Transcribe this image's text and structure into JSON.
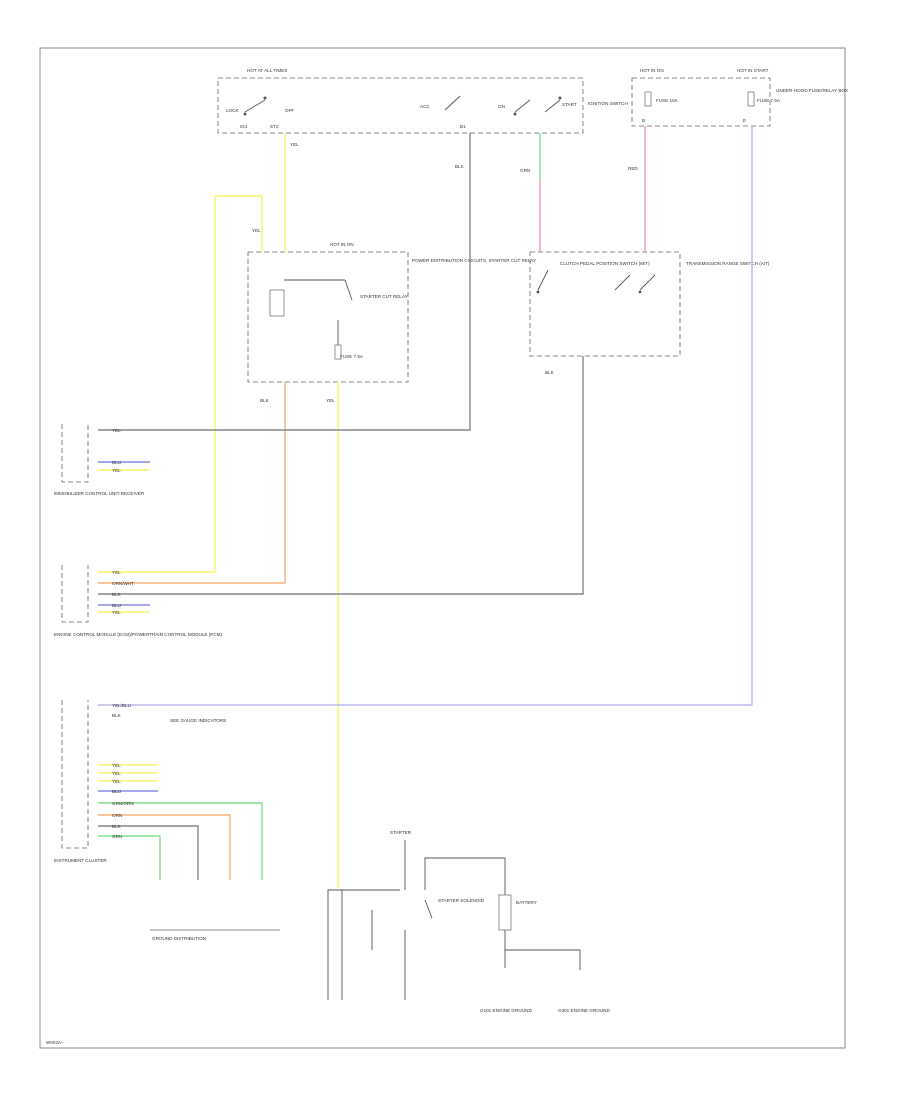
{
  "diagram": {
    "footer_code": "W003A-",
    "fuse_boxes": {
      "ignition_switch": {
        "label": "IGNITION SWITCH",
        "header_left": "HOT AT ALL TIMES",
        "pos_labels": [
          "LOCK",
          "OFF",
          "ACC",
          "ON",
          "START"
        ],
        "terminal_labels": [
          "IG1",
          "ST2",
          "B1"
        ]
      },
      "underhood_fuse": {
        "label": "UNDER-HOOD FUSE/RELAY BOX",
        "header_left": "HOT IN ON",
        "header_right": "HOT IN START",
        "fuse_left": "FUSE 10A",
        "fuse_right": "FUSE 7.5A",
        "terminal_left": "B",
        "terminal_right": "E"
      }
    },
    "components": {
      "pgm_fi": {
        "label": "POWER DISTRIBUTION CIRCUITS, STARTER CUT RELAY",
        "header": "HOT IN ON",
        "relay_label": "STARTER CUT RELAY",
        "fuse_label": "FUSE 7.5A"
      },
      "clutch_switch": {
        "label": "CLUTCH PEDAL POSITION SWITCH (M/T)"
      },
      "trans_range": {
        "label": "TRANSMISSION RANGE SWITCH (A/T)"
      },
      "immob_unit": {
        "label": "IMMOBILIZER CONTROL UNIT-RECEIVER"
      },
      "ecm_pcm": {
        "label": "ENGINE CONTROL MODULE (ECM)/POWERTRAIN CONTROL MODULE (PCM)"
      },
      "instrument_cluster": {
        "label": "INSTRUMENT CLUSTER",
        "note": "SEE GAUGE INDICATORS"
      },
      "starter": {
        "label_solenoid": "STARTER SOLENOID",
        "label_battery": "BATTERY",
        "label_starter": "STARTER",
        "note_left": "G101 ENGINE GROUND",
        "note_right": "G301 ENGINE GROUND"
      },
      "ground_note": "GROUND DISTRIBUTION"
    },
    "wires": {
      "ign_st_yel": "YEL",
      "ign_ig1_yel": "YEL",
      "ign_b1_blk": "BLK",
      "ign_red_right": "RED",
      "ign_grn_right": "GRN",
      "pgm_out_left": "BLK",
      "pgm_out_right": "YEL",
      "clutch_out": "BLK",
      "immob_row1": "YEL",
      "immob_row2": "BLU",
      "immob_row3": "YEL",
      "ecm_row1": "YEL",
      "ecm_row2": "ORN/WHT",
      "ecm_row3": "BLK",
      "ecm_row4": "BLU",
      "ecm_row5": "YEL",
      "cluster_row1": "YEL/BLU",
      "cluster_row2": "BLK",
      "cluster_row3": "YEL",
      "cluster_row4": "YEL",
      "cluster_row5": "YEL",
      "cluster_row6": "BLU",
      "cluster_row7": "GRN/ORN",
      "cluster_row8": "ORN",
      "cluster_row9": "BLK",
      "cluster_row10": "GRN"
    },
    "colors": {
      "yellow": "#f5f56a",
      "orange": "#f7b27a",
      "pink": "#f59aa6",
      "green": "#7fe08a",
      "blue": "#8a8ae6",
      "lavender": "#b9b9ef",
      "gray": "#888888"
    }
  }
}
